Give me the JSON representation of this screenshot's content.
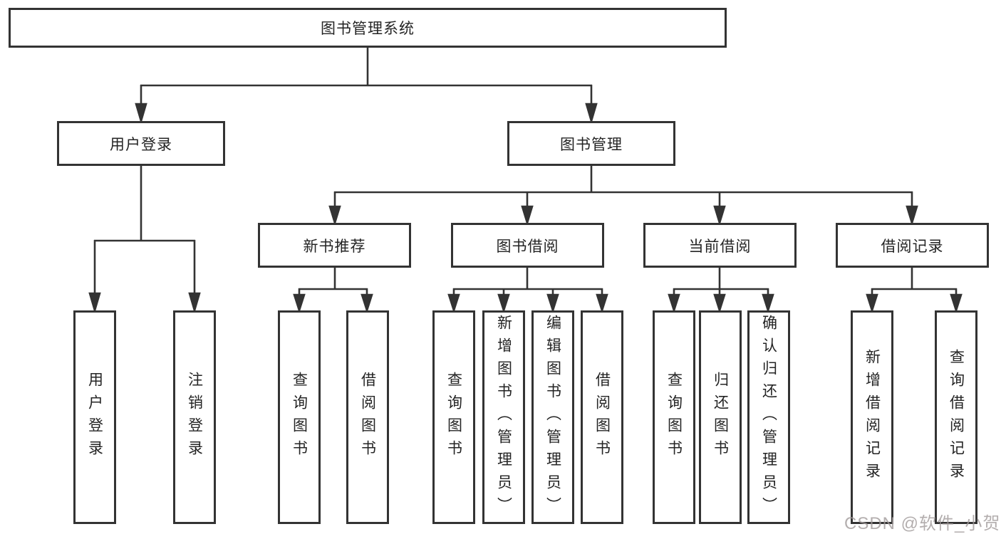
{
  "diagram": {
    "root": {
      "label": "图书管理系统"
    },
    "level2": [
      {
        "label": "用户登录"
      },
      {
        "label": "图书管理"
      }
    ],
    "level3": [
      {
        "label": "新书推荐"
      },
      {
        "label": "图书借阅"
      },
      {
        "label": "当前借阅"
      },
      {
        "label": "借阅记录"
      }
    ],
    "leaves": {
      "user_login": [
        {
          "label": "用户登录"
        },
        {
          "label": "注销登录"
        }
      ],
      "new_books": [
        {
          "label": "查询图书"
        },
        {
          "label": "借阅图书"
        }
      ],
      "book_borrow": [
        {
          "label": "查询图书"
        },
        {
          "label": "新增图书（管理员）"
        },
        {
          "label": "编辑图书（管理员）"
        },
        {
          "label": "借阅图书"
        }
      ],
      "current_borrow": [
        {
          "label": "查询图书"
        },
        {
          "label": "归还图书"
        },
        {
          "label": "确认归还（管理员）"
        }
      ],
      "borrow_records": [
        {
          "label": "新增借阅记录"
        },
        {
          "label": "查询借阅记录"
        }
      ]
    }
  },
  "watermark": {
    "text": "CSDN @软件_小贺同学"
  },
  "colors": {
    "line": "#333333",
    "box_border": "#333333",
    "background": "#ffffff",
    "text": "#242424",
    "watermark": "#a09a9a"
  }
}
